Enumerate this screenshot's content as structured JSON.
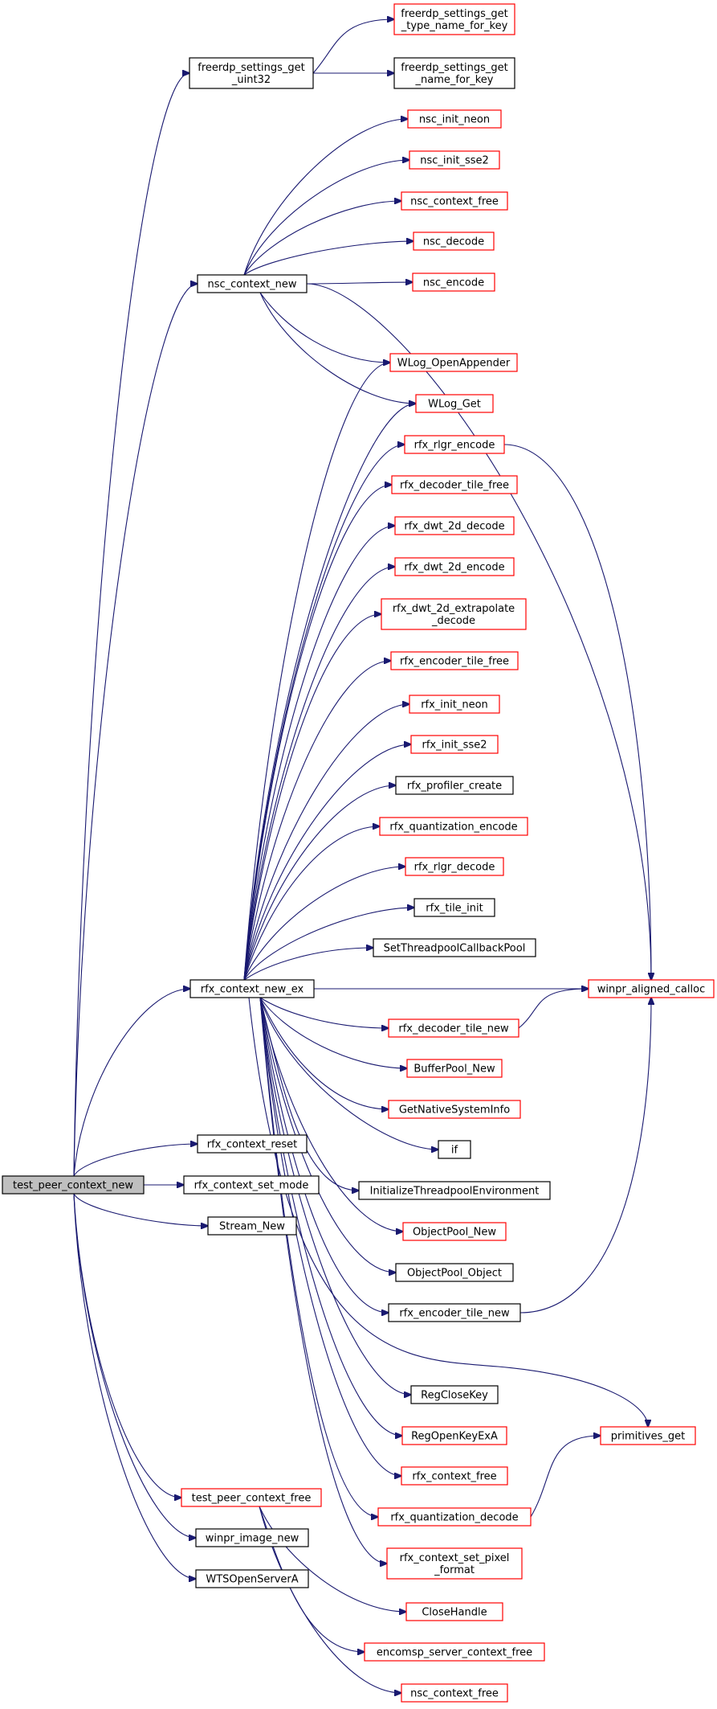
{
  "colors": {
    "edge": "#191970",
    "border_expandable": "#ff0000",
    "border_normal": "#000000",
    "root_fill": "#bfbfbf",
    "node_fill": "#ffffff"
  },
  "nodes": {
    "root": {
      "lines": [
        "test_peer_context_new"
      ],
      "style": "root"
    },
    "fs_get_uint32": {
      "lines": [
        "freerdp_settings_get",
        "_uint32"
      ],
      "style": "normal"
    },
    "fs_type_name": {
      "lines": [
        "freerdp_settings_get",
        "_type_name_for_key"
      ],
      "style": "expandable"
    },
    "fs_name_for_key": {
      "lines": [
        "freerdp_settings_get",
        "_name_for_key"
      ],
      "style": "normal"
    },
    "nsc_init_neon": {
      "lines": [
        "nsc_init_neon"
      ],
      "style": "expandable"
    },
    "nsc_init_sse2": {
      "lines": [
        "nsc_init_sse2"
      ],
      "style": "expandable"
    },
    "nsc_context_free_a": {
      "lines": [
        "nsc_context_free"
      ],
      "style": "expandable"
    },
    "nsc_decode": {
      "lines": [
        "nsc_decode"
      ],
      "style": "expandable"
    },
    "nsc_encode": {
      "lines": [
        "nsc_encode"
      ],
      "style": "expandable"
    },
    "nsc_context_new": {
      "lines": [
        "nsc_context_new"
      ],
      "style": "normal"
    },
    "wlog_open": {
      "lines": [
        "WLog_OpenAppender"
      ],
      "style": "expandable"
    },
    "wlog_get": {
      "lines": [
        "WLog_Get"
      ],
      "style": "expandable"
    },
    "rlgr_encode": {
      "lines": [
        "rfx_rlgr_encode"
      ],
      "style": "expandable"
    },
    "dec_tile_free": {
      "lines": [
        "rfx_decoder_tile_free"
      ],
      "style": "expandable"
    },
    "dwt_decode": {
      "lines": [
        "rfx_dwt_2d_decode"
      ],
      "style": "expandable"
    },
    "dwt_encode": {
      "lines": [
        "rfx_dwt_2d_encode"
      ],
      "style": "expandable"
    },
    "dwt_extrap": {
      "lines": [
        "rfx_dwt_2d_extrapolate",
        "_decode"
      ],
      "style": "expandable"
    },
    "enc_tile_free": {
      "lines": [
        "rfx_encoder_tile_free"
      ],
      "style": "expandable"
    },
    "rfx_init_neon": {
      "lines": [
        "rfx_init_neon"
      ],
      "style": "expandable"
    },
    "rfx_init_sse2": {
      "lines": [
        "rfx_init_sse2"
      ],
      "style": "expandable"
    },
    "profiler_create": {
      "lines": [
        "rfx_profiler_create"
      ],
      "style": "normal"
    },
    "quant_encode": {
      "lines": [
        "rfx_quantization_encode"
      ],
      "style": "expandable"
    },
    "rlgr_decode": {
      "lines": [
        "rfx_rlgr_decode"
      ],
      "style": "expandable"
    },
    "tile_init": {
      "lines": [
        "rfx_tile_init"
      ],
      "style": "normal"
    },
    "set_tp_cb_pool": {
      "lines": [
        "SetThreadpoolCallbackPool"
      ],
      "style": "normal"
    },
    "rfx_context_new_ex": {
      "lines": [
        "rfx_context_new_ex"
      ],
      "style": "normal"
    },
    "aligned_calloc": {
      "lines": [
        "winpr_aligned_calloc"
      ],
      "style": "expandable"
    },
    "dec_tile_new": {
      "lines": [
        "rfx_decoder_tile_new"
      ],
      "style": "expandable"
    },
    "bufferpool_new": {
      "lines": [
        "BufferPool_New"
      ],
      "style": "expandable"
    },
    "native_sysinfo": {
      "lines": [
        "GetNativeSystemInfo"
      ],
      "style": "expandable"
    },
    "if_node": {
      "lines": [
        "if"
      ],
      "style": "normal"
    },
    "rfx_context_reset": {
      "lines": [
        "rfx_context_reset"
      ],
      "style": "normal"
    },
    "rfx_set_mode": {
      "lines": [
        "rfx_context_set_mode"
      ],
      "style": "normal"
    },
    "init_tp_env": {
      "lines": [
        "InitializeThreadpoolEnvironment"
      ],
      "style": "normal"
    },
    "stream_new": {
      "lines": [
        "Stream_New"
      ],
      "style": "normal"
    },
    "objpool_new": {
      "lines": [
        "ObjectPool_New"
      ],
      "style": "expandable"
    },
    "objpool_object": {
      "lines": [
        "ObjectPool_Object"
      ],
      "style": "normal"
    },
    "enc_tile_new": {
      "lines": [
        "rfx_encoder_tile_new"
      ],
      "style": "normal"
    },
    "regclosekey": {
      "lines": [
        "RegCloseKey"
      ],
      "style": "normal"
    },
    "primitives_get": {
      "lines": [
        "primitives_get"
      ],
      "style": "expandable"
    },
    "regopenkeyexa": {
      "lines": [
        "RegOpenKeyExA"
      ],
      "style": "expandable"
    },
    "rfx_context_free": {
      "lines": [
        "rfx_context_free"
      ],
      "style": "expandable"
    },
    "quant_decode": {
      "lines": [
        "rfx_quantization_decode"
      ],
      "style": "expandable"
    },
    "test_peer_free": {
      "lines": [
        "test_peer_context_free"
      ],
      "style": "expandable"
    },
    "winpr_image_new": {
      "lines": [
        "winpr_image_new"
      ],
      "style": "normal"
    },
    "wtsopenserver": {
      "lines": [
        "WTSOpenServerA"
      ],
      "style": "normal"
    },
    "set_pixel_format": {
      "lines": [
        "rfx_context_set_pixel",
        "_format"
      ],
      "style": "expandable"
    },
    "closehandle": {
      "lines": [
        "CloseHandle"
      ],
      "style": "expandable"
    },
    "encomsp_free": {
      "lines": [
        "encomsp_server_context_free"
      ],
      "style": "expandable"
    },
    "nsc_context_free_b": {
      "lines": [
        "nsc_context_free"
      ],
      "style": "expandable"
    }
  }
}
